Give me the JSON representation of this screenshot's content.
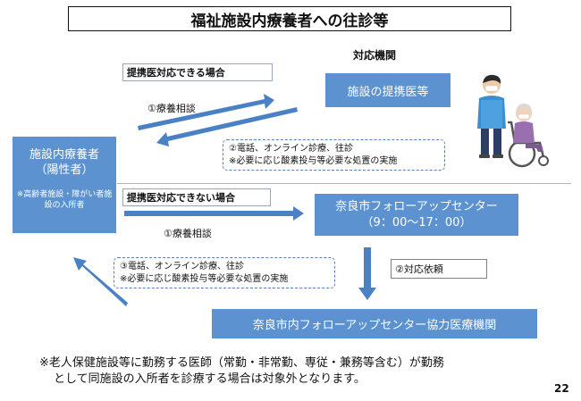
{
  "title": "福祉施設内療養者への往診等",
  "column_heading": "対応機関",
  "case_with_partner": "提携医対応できる場合",
  "case_without_partner": "提携医対応できない場合",
  "patient_box": {
    "line1": "施設内療養者",
    "line2": "（陽性者）",
    "sub": "※高齢者施設・障がい者施設の入所者"
  },
  "partner_doctor": "施設の提携医等",
  "followup_center": {
    "line1": "奈良市フォローアップセンター",
    "line2": "（9：00～17：00）"
  },
  "cooperating_institutions": "奈良市内フォローアップセンター協力医療機関",
  "step1_top": "①療養相談",
  "step1_bottom": "①療養相談",
  "step2_label": "②対応依頼",
  "step2_callout": {
    "line1": "②電話、オンライン診療、往診",
    "line2": "※必要に応じ酸素投与等必要な処置の実施"
  },
  "step3_callout": {
    "line1": "③電話、オンライン診療、往診",
    "line2": "※必要に応じ酸素投与等必要な処置の実施"
  },
  "footnote": {
    "line1": "※老人保健施設等に勤務する医師（常勤・非常勤、専従・兼務等含む）が勤務",
    "line2": "として同施設の入所者を診療する場合は対象外となります。"
  },
  "page_number": "22",
  "colors": {
    "box_blue": "#5b92cf",
    "arrow_blue": "#4a80c4"
  }
}
